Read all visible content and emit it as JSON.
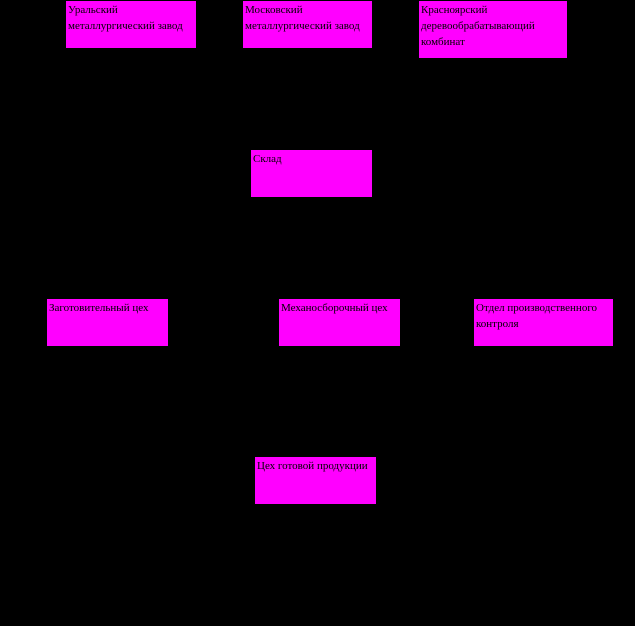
{
  "colors": {
    "background": "#000000",
    "node_fill": "#ff00ff",
    "text": "#000000"
  },
  "nodes": {
    "ural": "Уральский металлургический завод",
    "moscow": "Московский металлургический завод",
    "kras": "Красноярский деревообрабатывающий комбинат",
    "sklad": "Склад",
    "zagot": "Заготовительный цех",
    "mech": "Механосборочный цех",
    "otk": "Отдел производственного контроля",
    "gotov": "Цех готовой продукции"
  }
}
